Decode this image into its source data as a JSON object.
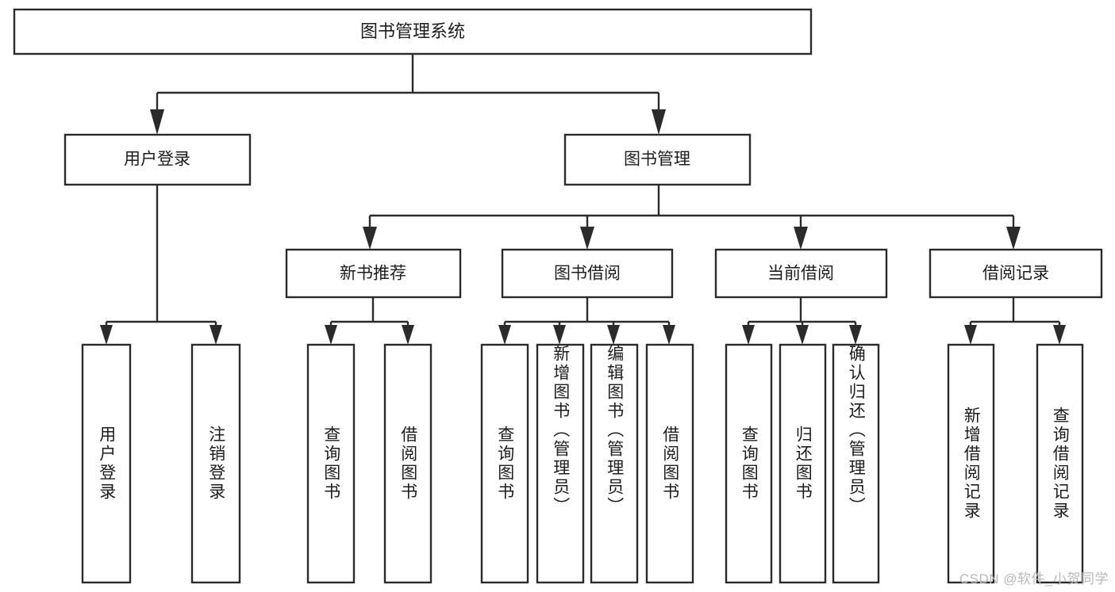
{
  "diagram": {
    "type": "tree-hierarchy",
    "title": "图书管理系统",
    "watermark": "CSDN @软件_小贺同学",
    "colors": {
      "stroke": "#2b2b2b",
      "fill": "#ffffff",
      "text": "#1c1c1c",
      "watermark": "#b9b9b9",
      "background": "#ffffff"
    },
    "root": {
      "label": "图书管理系统"
    },
    "level2": [
      {
        "label": "用户登录"
      },
      {
        "label": "图书管理"
      }
    ],
    "level3": [
      {
        "label": "新书推荐"
      },
      {
        "label": "图书借阅"
      },
      {
        "label": "当前借阅"
      },
      {
        "label": "借阅记录"
      }
    ],
    "leaves": {
      "user_login": [
        {
          "label": "用户登录"
        },
        {
          "label": "注销登录"
        }
      ],
      "new_book_recommend": [
        {
          "label": "查询图书"
        },
        {
          "label": "借阅图书"
        }
      ],
      "book_borrow": [
        {
          "label": "查询图书"
        },
        {
          "label": "新增图书（管理员）"
        },
        {
          "label": "编辑图书（管理员）"
        },
        {
          "label": "借阅图书"
        }
      ],
      "current_borrow": [
        {
          "label": "查询图书"
        },
        {
          "label": "归还图书"
        },
        {
          "label": "确认归还（管理员）"
        }
      ],
      "borrow_record": [
        {
          "label": "新增借阅记录"
        },
        {
          "label": "查询借阅记录"
        }
      ]
    }
  }
}
